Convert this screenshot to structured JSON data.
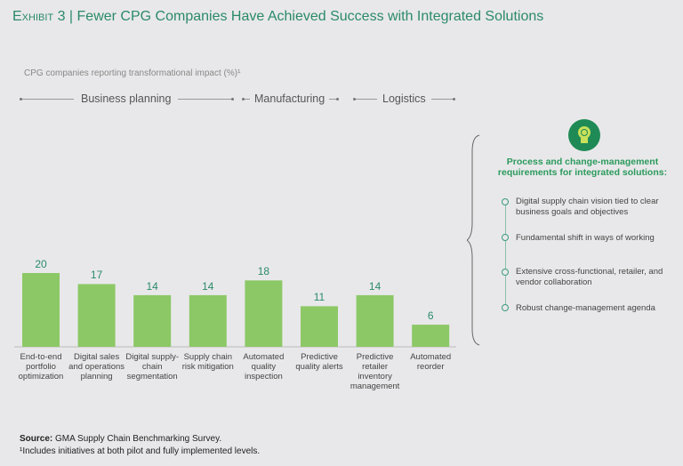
{
  "title": {
    "exhibit": "Exhibit 3",
    "separator": "|",
    "text": "Fewer CPG Companies Have Achieved Success with Integrated Solutions"
  },
  "chart_data": {
    "type": "bar",
    "ylabel": "CPG companies reporting transformational impact (%)¹",
    "groups": [
      {
        "label": "Business planning",
        "categories": [
          0,
          1,
          2,
          3
        ]
      },
      {
        "label": "Manufacturing",
        "categories": [
          4
        ]
      },
      {
        "label": "Logistics",
        "categories": [
          6,
          7
        ]
      }
    ],
    "categories": [
      "End-to-end portfolio optimization",
      "Digital sales and operations planning",
      "Digital supply-chain segmentation",
      "Supply chain risk mitigation",
      "Automated quality inspection",
      "Predictive quality alerts",
      "Predictive retailer inventory management",
      "Automated reorder"
    ],
    "values": [
      20,
      17,
      14,
      14,
      18,
      11,
      14,
      6
    ],
    "ylim": [
      0,
      20
    ],
    "bar_color": "#8cc866",
    "label_color": "#2b8a68"
  },
  "panel": {
    "icon": "lightbulb-icon",
    "title": "Process and change-management requirements for integrated solutions:",
    "items": [
      "Digital supply chain vision tied to clear business goals and objectives",
      "Fundamental shift in ways of working",
      "Extensive cross-functional, retailer, and vendor collaboration",
      "Robust change-management agenda"
    ]
  },
  "footer": {
    "source_label": "Source:",
    "source": "GMA Supply Chain Benchmarking Survey.",
    "note": "¹Includes initiatives at both pilot and fully implemented levels."
  }
}
